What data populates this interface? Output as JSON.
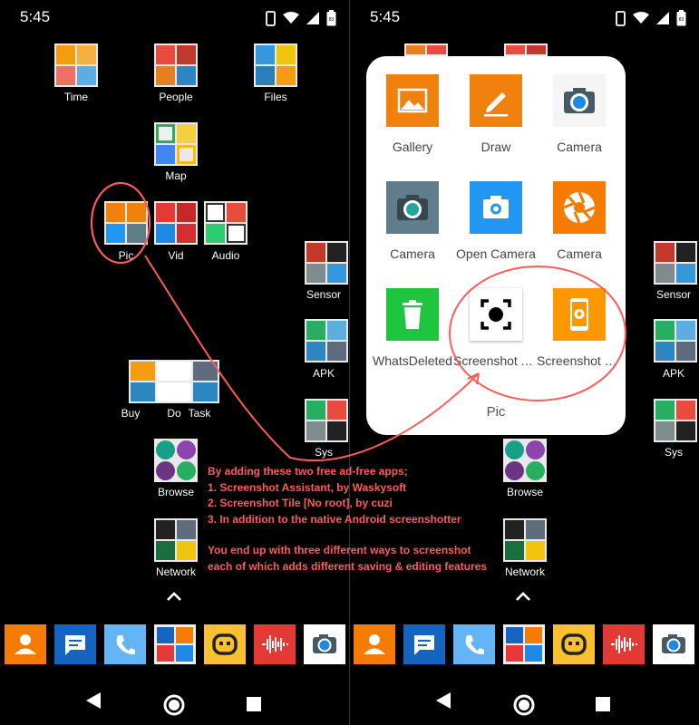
{
  "status": {
    "time": "5:45",
    "battery": "83"
  },
  "home_labels": {
    "time": "Time",
    "people": "People",
    "files": "Files",
    "map": "Map",
    "pic": "Pic",
    "vid": "Vid",
    "audio": "Audio",
    "sensor": "Sensor",
    "apk": "APK",
    "buy": "Buy",
    "do": "Do",
    "task": "Task",
    "sys": "Sys",
    "browse": "Browse",
    "network": "Network"
  },
  "folder": {
    "title": "Pic",
    "apps": [
      {
        "label": "Gallery",
        "icon": "gallery-icon"
      },
      {
        "label": "Draw",
        "icon": "draw-icon"
      },
      {
        "label": "Camera",
        "icon": "camera-icon"
      },
      {
        "label": "Camera",
        "icon": "camera-icon"
      },
      {
        "label": "Open Camera",
        "icon": "camera-icon"
      },
      {
        "label": "Camera",
        "icon": "aperture-icon"
      },
      {
        "label": "WhatsDeleted",
        "icon": "trash-icon"
      },
      {
        "label": "Screenshot Assistant",
        "icon": "screenshot-frame-icon"
      },
      {
        "label": "Screenshot Tile",
        "icon": "screenshot-phone-icon"
      }
    ]
  },
  "annotation": {
    "lines": [
      "By adding these two free ad-free apps;",
      "1. Screenshot Assistant, by Waskysoft",
      "2. Screenshot Tile [No root], by cuzi",
      "3. In addition to the native Android screenshotter",
      "",
      "You end up with three different ways to screenshot",
      "each of which adds different saving & editing features"
    ],
    "color": "#ff5b5b"
  },
  "dock_icons": [
    "contacts-icon",
    "messages-icon",
    "phone-icon",
    "folder-icon",
    "bixby-icon",
    "recorder-icon",
    "camera-icon"
  ],
  "nav": [
    "back-icon",
    "home-icon",
    "recents-icon"
  ]
}
